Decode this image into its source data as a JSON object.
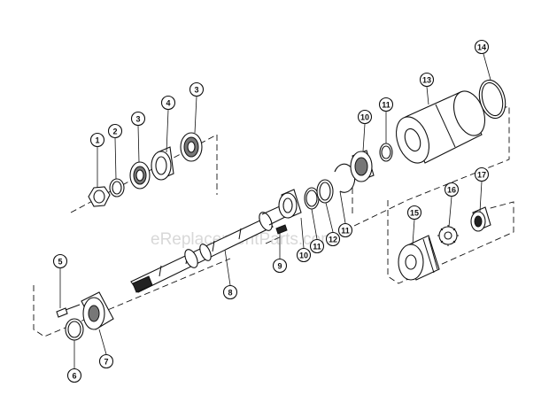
{
  "watermark": "eReplacementParts.com",
  "callouts": [
    {
      "id": "c1",
      "label": "1"
    },
    {
      "id": "c2",
      "label": "2"
    },
    {
      "id": "c3a",
      "label": "3"
    },
    {
      "id": "c4",
      "label": "4"
    },
    {
      "id": "c3b",
      "label": "3"
    },
    {
      "id": "c5",
      "label": "5"
    },
    {
      "id": "c6",
      "label": "6"
    },
    {
      "id": "c7",
      "label": "7"
    },
    {
      "id": "c8",
      "label": "8"
    },
    {
      "id": "c9",
      "label": "9"
    },
    {
      "id": "c10a",
      "label": "10"
    },
    {
      "id": "c11a",
      "label": "11"
    },
    {
      "id": "c12",
      "label": "12"
    },
    {
      "id": "c11b",
      "label": "11"
    },
    {
      "id": "c10b",
      "label": "10"
    },
    {
      "id": "c11c",
      "label": "11"
    },
    {
      "id": "c13",
      "label": "13"
    },
    {
      "id": "c14",
      "label": "14"
    },
    {
      "id": "c15",
      "label": "15"
    },
    {
      "id": "c16",
      "label": "16"
    },
    {
      "id": "c17",
      "label": "17"
    }
  ]
}
